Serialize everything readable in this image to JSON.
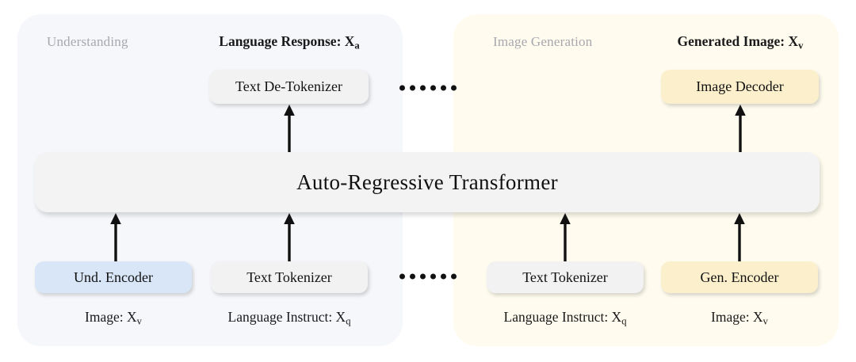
{
  "panels": {
    "understanding": {
      "title": "Understanding",
      "color": "#f5f7fb"
    },
    "generation": {
      "title": "Image Generation",
      "color": "#fffcef"
    }
  },
  "captions": {
    "language_response": "Language Response: X",
    "language_response_sub": "a",
    "generated_image": "Generated Image: X",
    "generated_image_sub": "v",
    "image_left": "Image: X",
    "image_left_sub": "v",
    "language_instruct_left": "Language Instruct: X",
    "language_instruct_left_sub": "q",
    "language_instruct_right": "Language Instruct: X",
    "language_instruct_right_sub": "q",
    "image_right": "Image: X",
    "image_right_sub": "v"
  },
  "boxes": {
    "text_detokenizer": {
      "label": "Text De-Tokenizer",
      "color": "#f2f2f2"
    },
    "image_decoder": {
      "label": "Image Decoder",
      "color": "#fcefcc"
    },
    "und_encoder": {
      "label": "Und. Encoder",
      "color": "#d8e6f8"
    },
    "text_tokenizer_left": {
      "label": "Text Tokenizer",
      "color": "#f2f2f2"
    },
    "text_tokenizer_right": {
      "label": "Text Tokenizer",
      "color": "#f2f2f2"
    },
    "gen_encoder": {
      "label": "Gen. Encoder",
      "color": "#fcefcc"
    }
  },
  "transformer": {
    "label": "Auto-Regressive Transformer",
    "color": "#f3f3f3"
  },
  "ellipsis": {
    "dot_count": 6,
    "color": "#111111"
  }
}
